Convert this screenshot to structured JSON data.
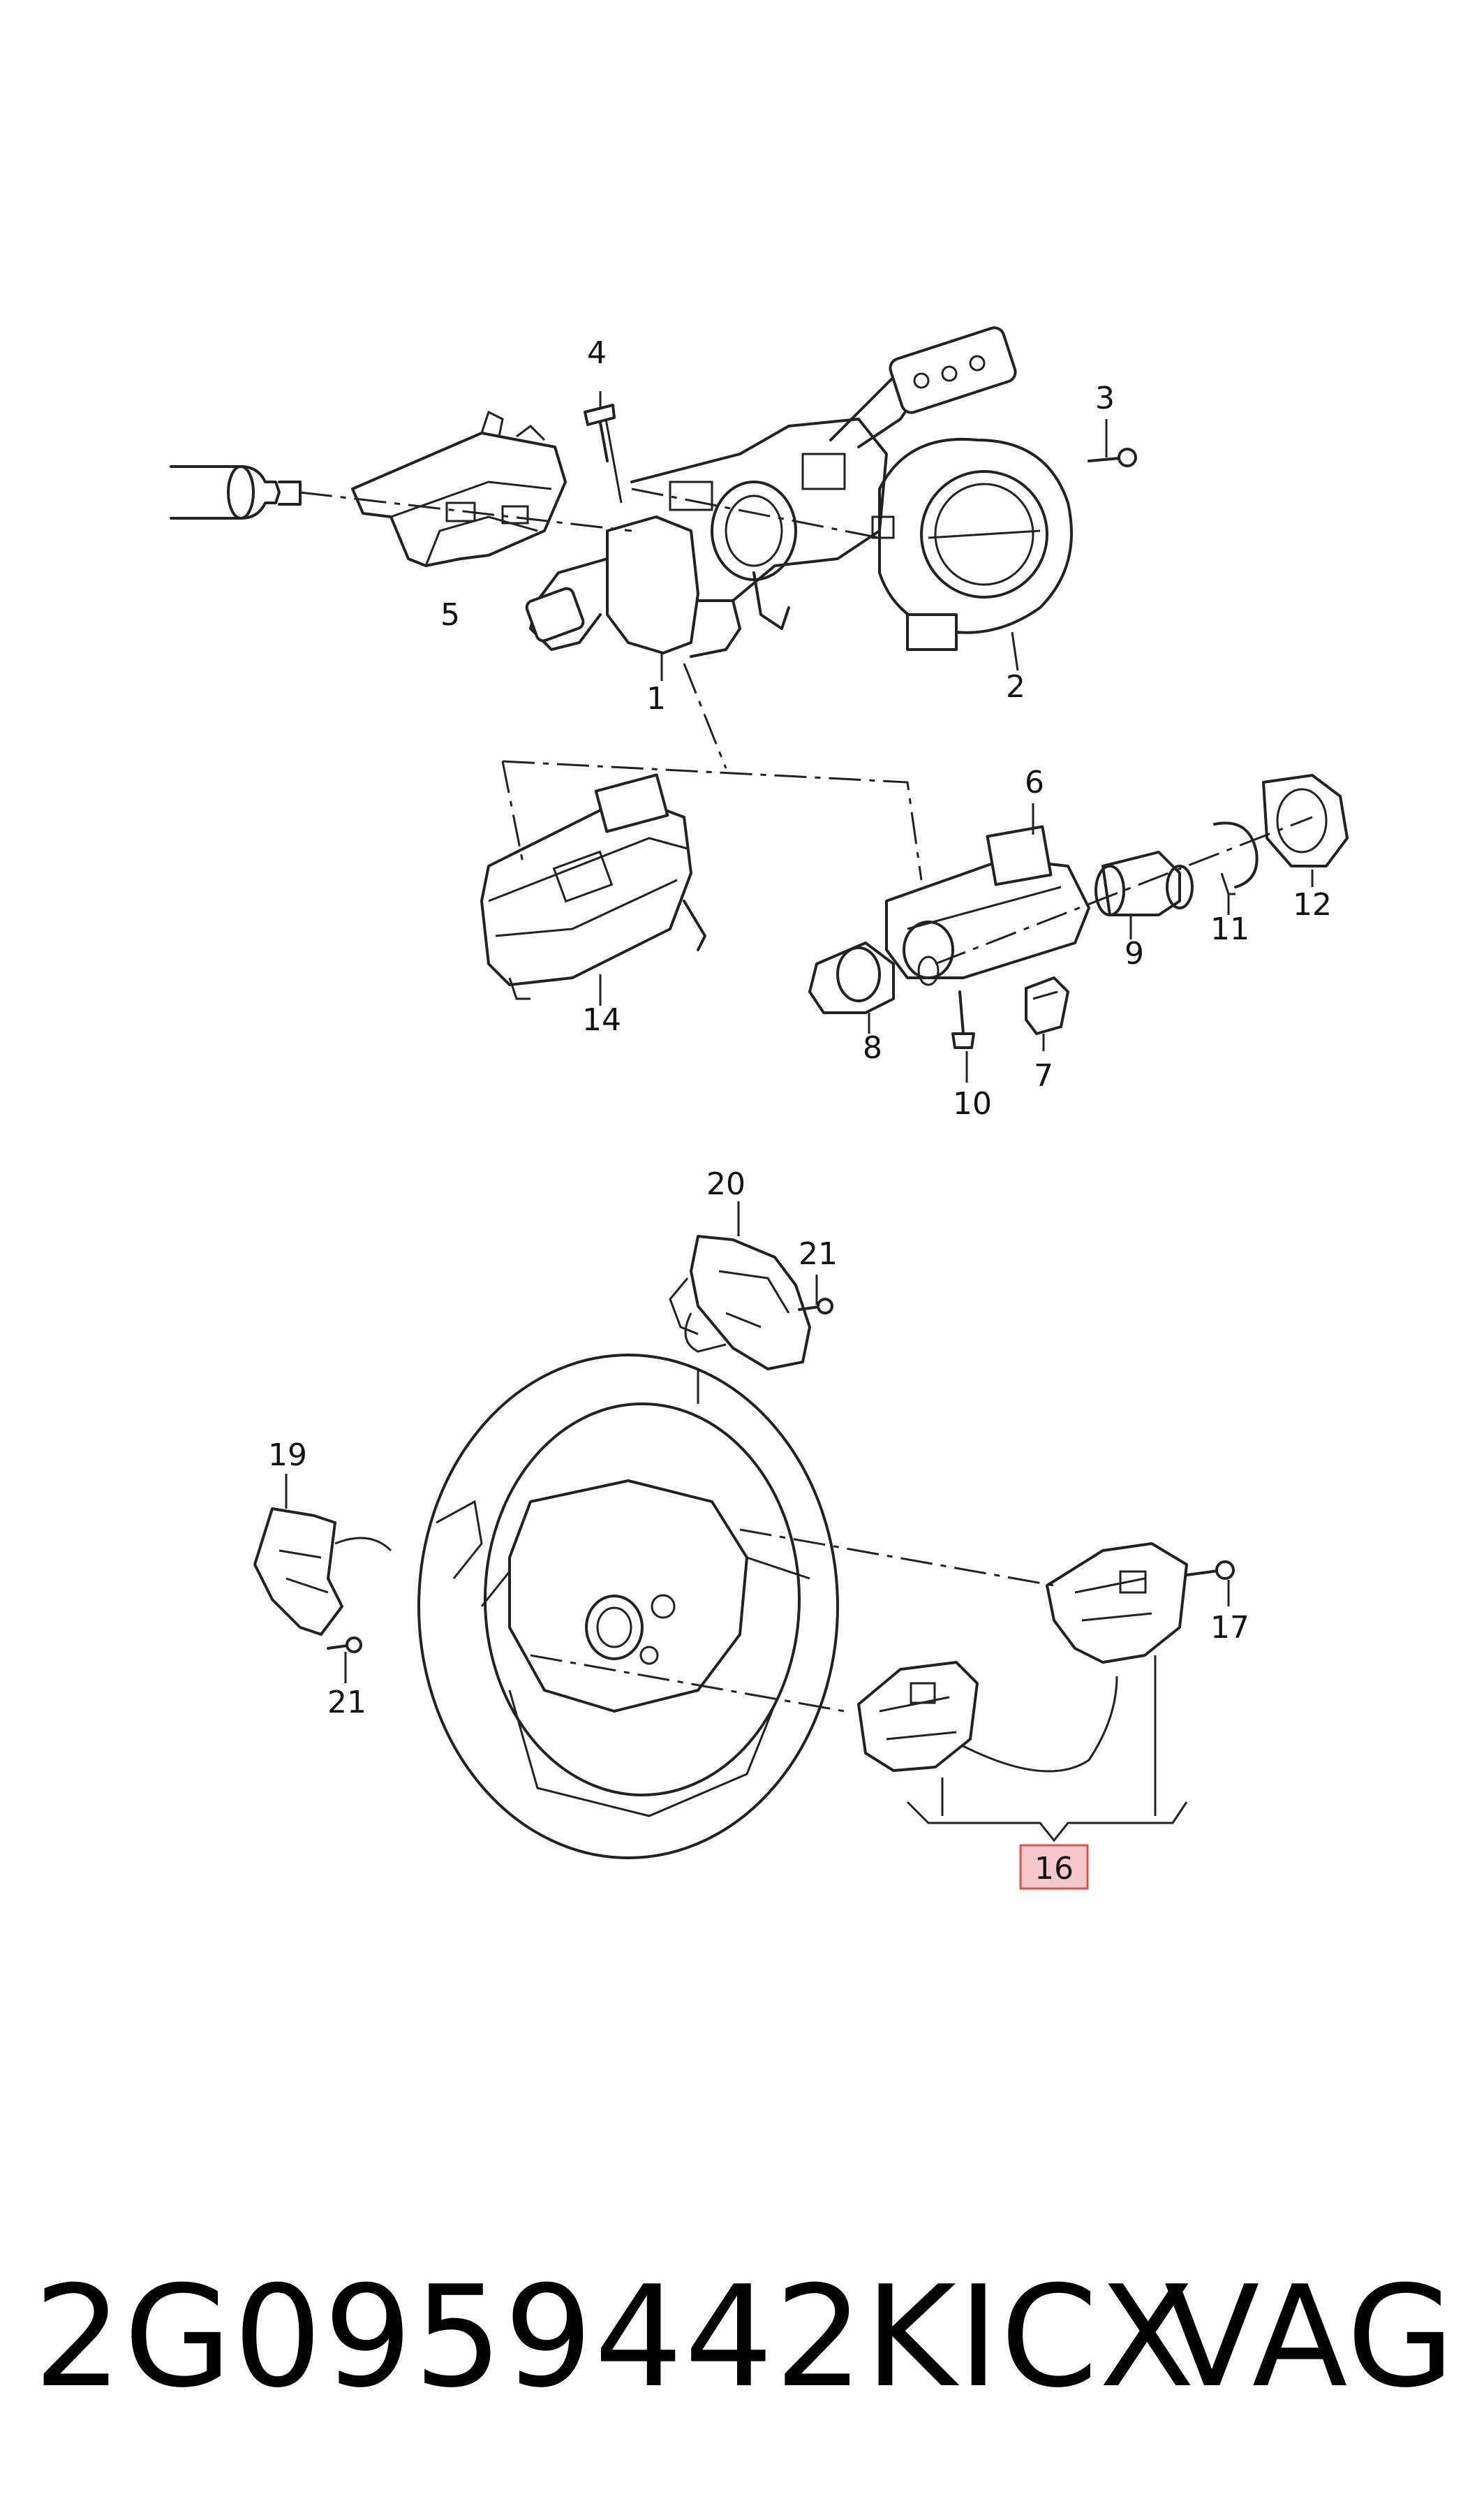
{
  "diagram": {
    "callouts": [
      {
        "id": "c1",
        "label": "1"
      },
      {
        "id": "c2",
        "label": "2"
      },
      {
        "id": "c3",
        "label": "3"
      },
      {
        "id": "c4",
        "label": "4"
      },
      {
        "id": "c5",
        "label": "5"
      },
      {
        "id": "c6",
        "label": "6"
      },
      {
        "id": "c7",
        "label": "7"
      },
      {
        "id": "c8",
        "label": "8"
      },
      {
        "id": "c9",
        "label": "9"
      },
      {
        "id": "c10",
        "label": "10"
      },
      {
        "id": "c11",
        "label": "11"
      },
      {
        "id": "c12",
        "label": "12"
      },
      {
        "id": "c14",
        "label": "14"
      },
      {
        "id": "c16",
        "label": "16"
      },
      {
        "id": "c17",
        "label": "17"
      },
      {
        "id": "c19",
        "label": "19"
      },
      {
        "id": "c20",
        "label": "20"
      },
      {
        "id": "c21a",
        "label": "21"
      },
      {
        "id": "c21b",
        "label": "21"
      }
    ],
    "highlighted_callout": "16",
    "highlight_color": "#f4c7cc",
    "highlight_border": "#d9534f"
  },
  "footer": {
    "part_number": "2G0959442KICX",
    "brand": "VAG"
  }
}
